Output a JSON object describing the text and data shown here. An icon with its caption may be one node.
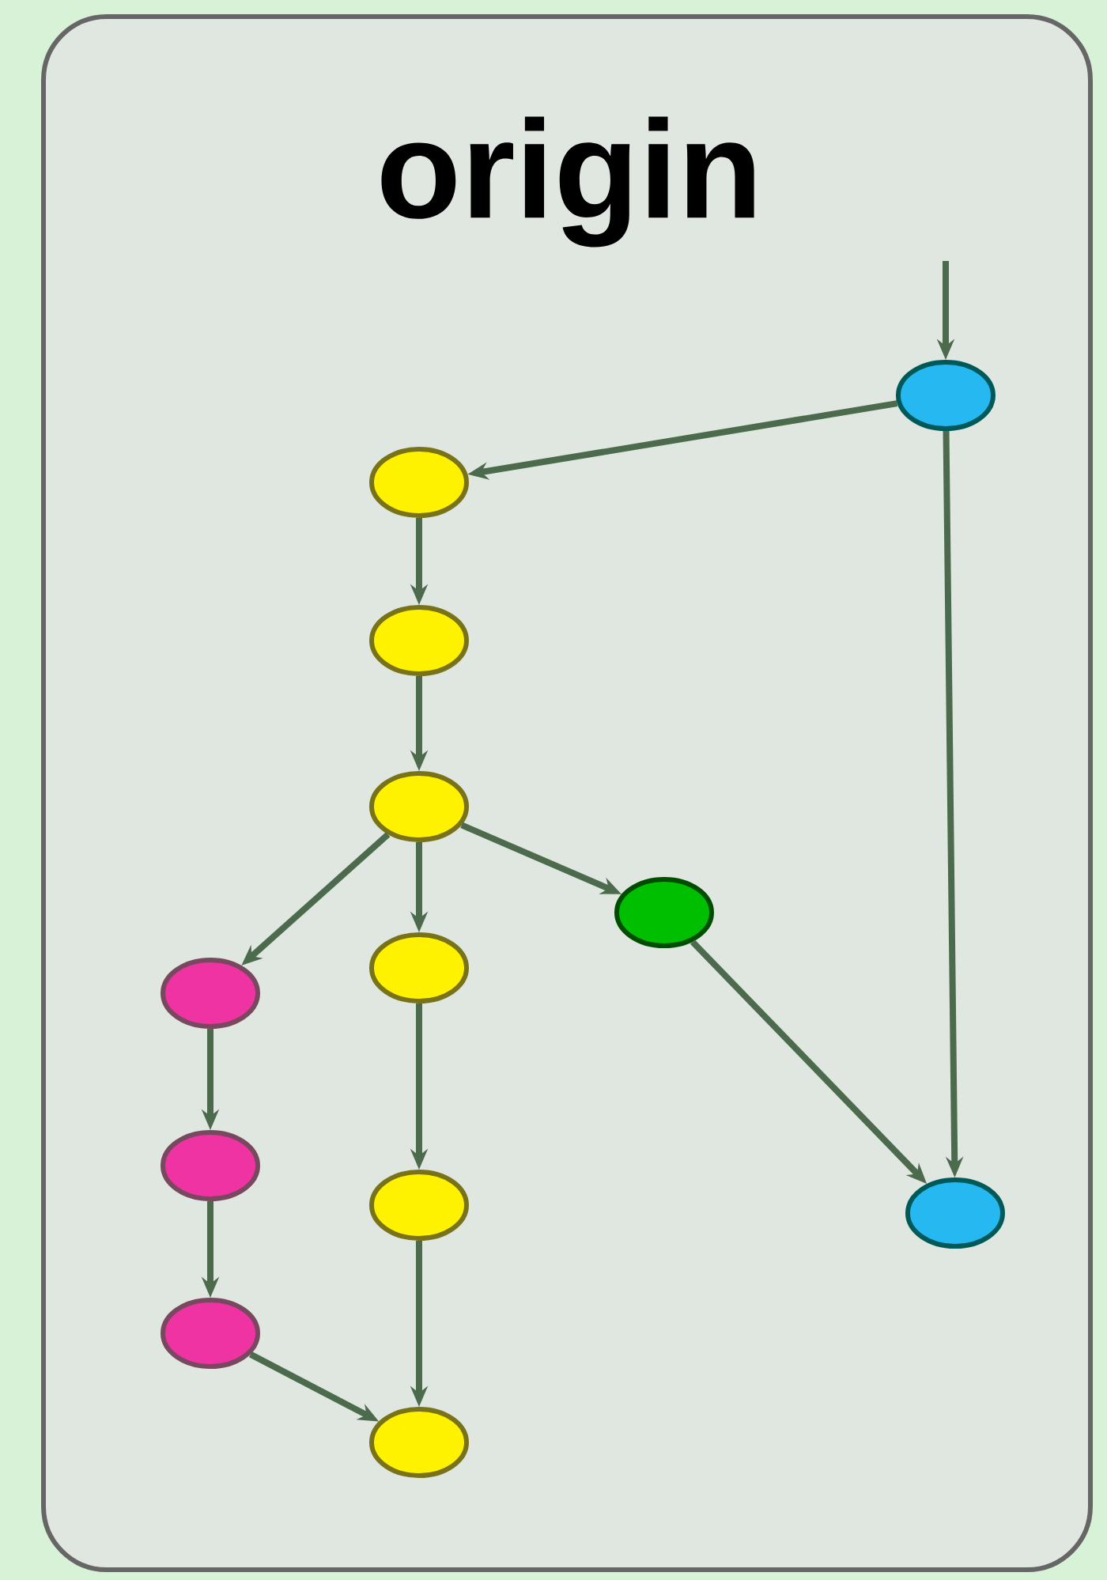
{
  "diagram": {
    "nodes": [
      {
        "text": [
          "origin"
        ]
      },
      {
        "text": [],
        "shape": "circle",
        "in": 0
      },
      {
        "text": [],
        "shape": "circle",
        "in": 0
      },
      {
        "text": [],
        "shape": "circle",
        "in": 0
      },
      {
        "text": [],
        "shape": "circle",
        "in": 0
      },
      {
        "text": [],
        "shape": "circle",
        "in": 0
      },
      {
        "text": [],
        "shape": "circle",
        "in": 0
      },
      {
        "text": [],
        "shape": "circle",
        "in": 0
      },
      {
        "text": [],
        "shape": "circle",
        "in": 0
      },
      {
        "text": [],
        "shape": "circle",
        "in": 0
      },
      {
        "text": [],
        "shape": "circle",
        "in": 0
      },
      {
        "text": [],
        "shape": "circle",
        "in": 0
      },
      {
        "text": [],
        "shape": "circle",
        "in": 0
      }
    ],
    "edges": [
      {
        "from": null,
        "to": 1,
        "arrow": "to"
      },
      {
        "from": 1,
        "to": 2,
        "arrow": "to"
      },
      {
        "from": 2,
        "to": 3,
        "arrow": "to"
      },
      {
        "from": 3,
        "to": 4,
        "arrow": "to"
      },
      {
        "from": 4,
        "to": 6,
        "arrow": "to"
      },
      {
        "from": 4,
        "to": 7,
        "arrow": "to"
      },
      {
        "from": 4,
        "to": 5,
        "arrow": "to"
      },
      {
        "from": 5,
        "to": 10,
        "arrow": "to"
      },
      {
        "from": 1,
        "to": 10,
        "arrow": "to"
      },
      {
        "from": 7,
        "to": 9,
        "arrow": "to"
      },
      {
        "from": 9,
        "to": 12,
        "arrow": "to"
      },
      {
        "from": 6,
        "to": 8,
        "arrow": "to"
      },
      {
        "from": 8,
        "to": 11,
        "arrow": "to"
      },
      {
        "from": 11,
        "to": 12,
        "arrow": "to"
      }
    ]
  }
}
